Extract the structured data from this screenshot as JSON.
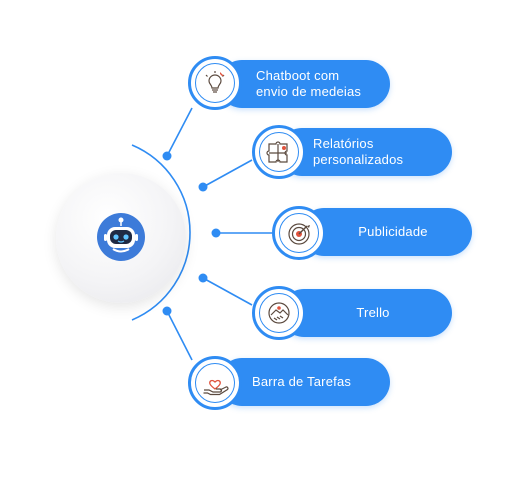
{
  "hub": {
    "icon": "robot-icon"
  },
  "items": [
    {
      "label": "Chatboot com\nenvio de medeias",
      "icon": "creative-bulb-icon"
    },
    {
      "label": "Relatórios\npersonalizados",
      "icon": "puzzle-icon"
    },
    {
      "label": "Publicidade",
      "icon": "target-icon"
    },
    {
      "label": "Trello",
      "icon": "handshake-icon"
    },
    {
      "label": "Barra de Tarefas",
      "icon": "heart-hand-icon"
    }
  ],
  "colors": {
    "accent": "#2f8cf3",
    "hub": "#3d7bd9",
    "text": "#ffffff"
  }
}
